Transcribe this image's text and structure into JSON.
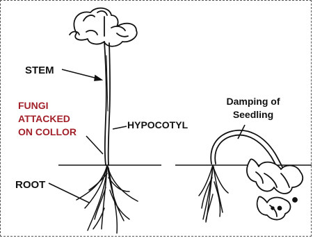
{
  "labels": {
    "stem": "STEM",
    "fungi": [
      "FUNGI",
      "ATTACKED",
      "ON COLLOR"
    ],
    "hypocotyl": "HYPOCOTYL",
    "damping": [
      "Damping of",
      "Seedling"
    ],
    "root": "ROOT"
  },
  "colors": {
    "ink": "#111111",
    "fungi_label": "#a2202a",
    "background": "#ffffff"
  }
}
